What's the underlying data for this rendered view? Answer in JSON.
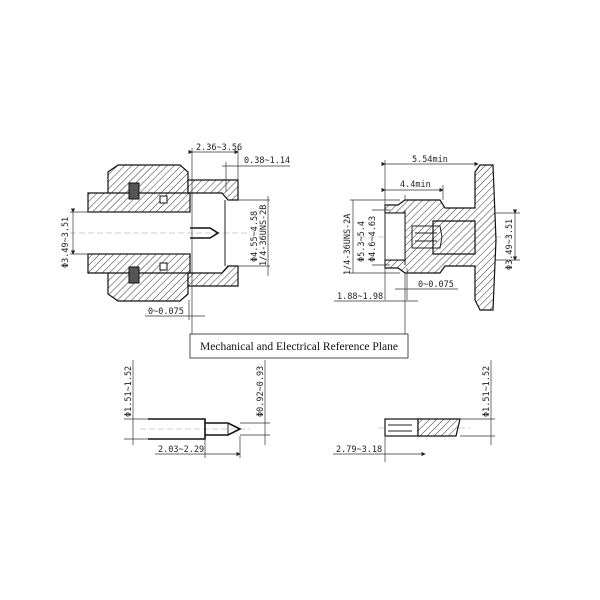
{
  "left_connector": {
    "dim_length": "2.36~3.56",
    "dim_recess": "0.38~1.14",
    "dim_inner_dia": "Φ3.49~3.51",
    "dim_bore_dia": "Φ4.55~4.58",
    "thread": "1/4-36UNS-2B",
    "dim_gap": "0~0.075"
  },
  "reference_plane": "Mechanical and Electrical Reference Plane",
  "right_connector": {
    "dim_total": "5.54min",
    "dim_depth": "4.4min",
    "thread": "1/4-36UNS-2A",
    "dim_outer_dia": "Φ5.3~5.4",
    "dim_bore_dia": "Φ4.6~4.63",
    "dim_inner_dia": "Φ3.49~3.51",
    "dim_gap": "0~0.075",
    "dim_offset": "1.88~1.98"
  },
  "pin_detail": {
    "dim_dia": "Φ1.51~1.52",
    "dim_tip_dia": "Φ0.92~0.93",
    "dim_length": "2.03~2.29"
  },
  "socket_detail": {
    "dim_dia": "Φ1.51~1.52",
    "dim_length": "2.79~3.18"
  }
}
